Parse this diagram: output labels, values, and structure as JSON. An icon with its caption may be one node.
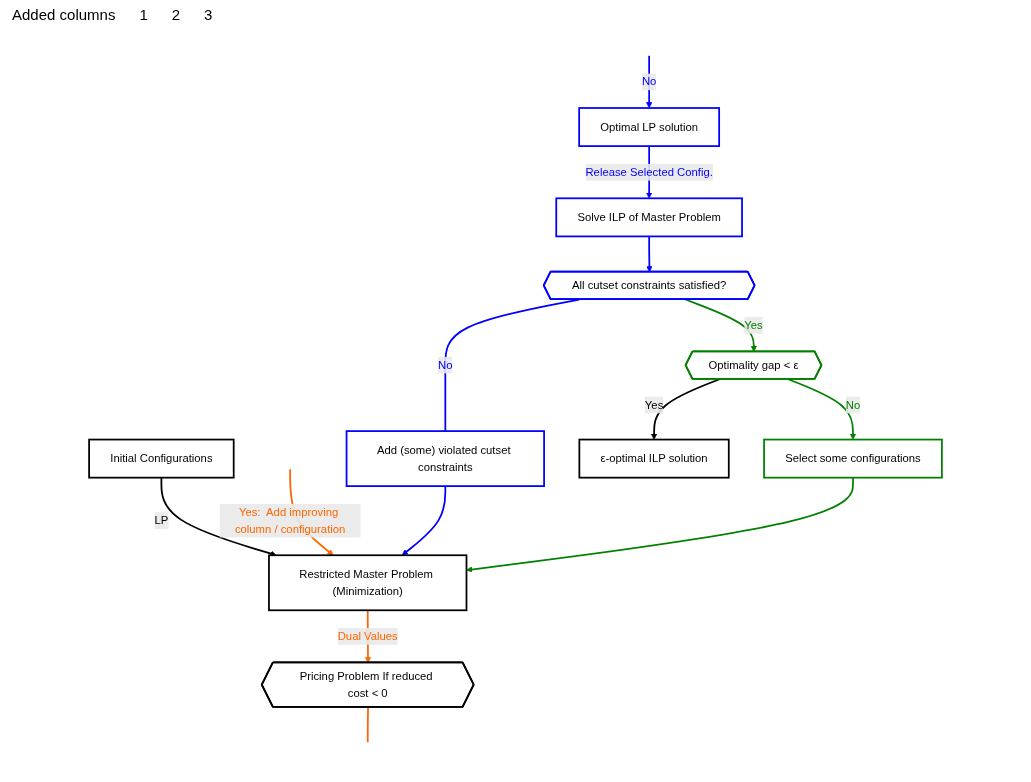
{
  "diagram": {
    "nodes": [
      {
        "text": [
          "Initial Configurations"
        ]
      },
      {
        "text": [
          "Restricted Master Problem (Minimization)"
        ]
      },
      {
        "text": [
          "Pricing Problem If reduced cost < 0"
        ]
      },
      {
        "text": [
          "Add (some) violated cutset constraints"
        ]
      },
      {
        "text": [
          "All cutset constraints satisfied?"
        ]
      },
      {
        "text": [
          "Solve ILP of Master Problem"
        ]
      },
      {
        "text": [
          "Optimal LP solution"
        ]
      },
      {
        "text": [
          "Select some configurations"
        ]
      },
      {
        "text": [
          "Optimality gap < ε"
        ]
      },
      {
        "text": [
          "ε-optimal ILP solution"
        ]
      }
    ],
    "edges": [
      {
        "from": 0,
        "to": 1,
        "arrow": "to",
        "label": "LP",
        "color": "#000000"
      },
      {
        "from": 1,
        "to": 2,
        "arrow": "to",
        "label": "Dual Values",
        "color": "#ff6600"
      },
      {
        "from": 2,
        "to": null,
        "arrow": "none",
        "color": "#ff6600"
      },
      {
        "from": null,
        "to": 1,
        "arrow": "to",
        "label": "Yes:  Add improving column / configuration",
        "color": "#ff6600"
      },
      {
        "from": 3,
        "to": 1,
        "arrow": "to"
      },
      {
        "from": 7,
        "to": 1,
        "arrow": "to",
        "color": "#008000"
      },
      {
        "from": 4,
        "to": 3,
        "arrow": "none",
        "label": "No"
      },
      {
        "from": null,
        "to": 6,
        "arrow": "to",
        "label": "No"
      },
      {
        "from": 6,
        "to": 5,
        "arrow": "to",
        "label": "Release Selected Config."
      },
      {
        "from": 5,
        "to": 4,
        "arrow": "to"
      },
      {
        "from": 4,
        "to": 8,
        "arrow": "to",
        "label": "Yes",
        "color": "#008000"
      },
      {
        "from": 8,
        "to": 7,
        "arrow": "to",
        "label": "No",
        "color": "#008000"
      },
      {
        "from": 8,
        "to": 9,
        "arrow": "to",
        "label": "Yes",
        "color": "#000000"
      }
    ],
    "labels": [
      "Added columns",
      "1",
      "2",
      "3"
    ]
  }
}
